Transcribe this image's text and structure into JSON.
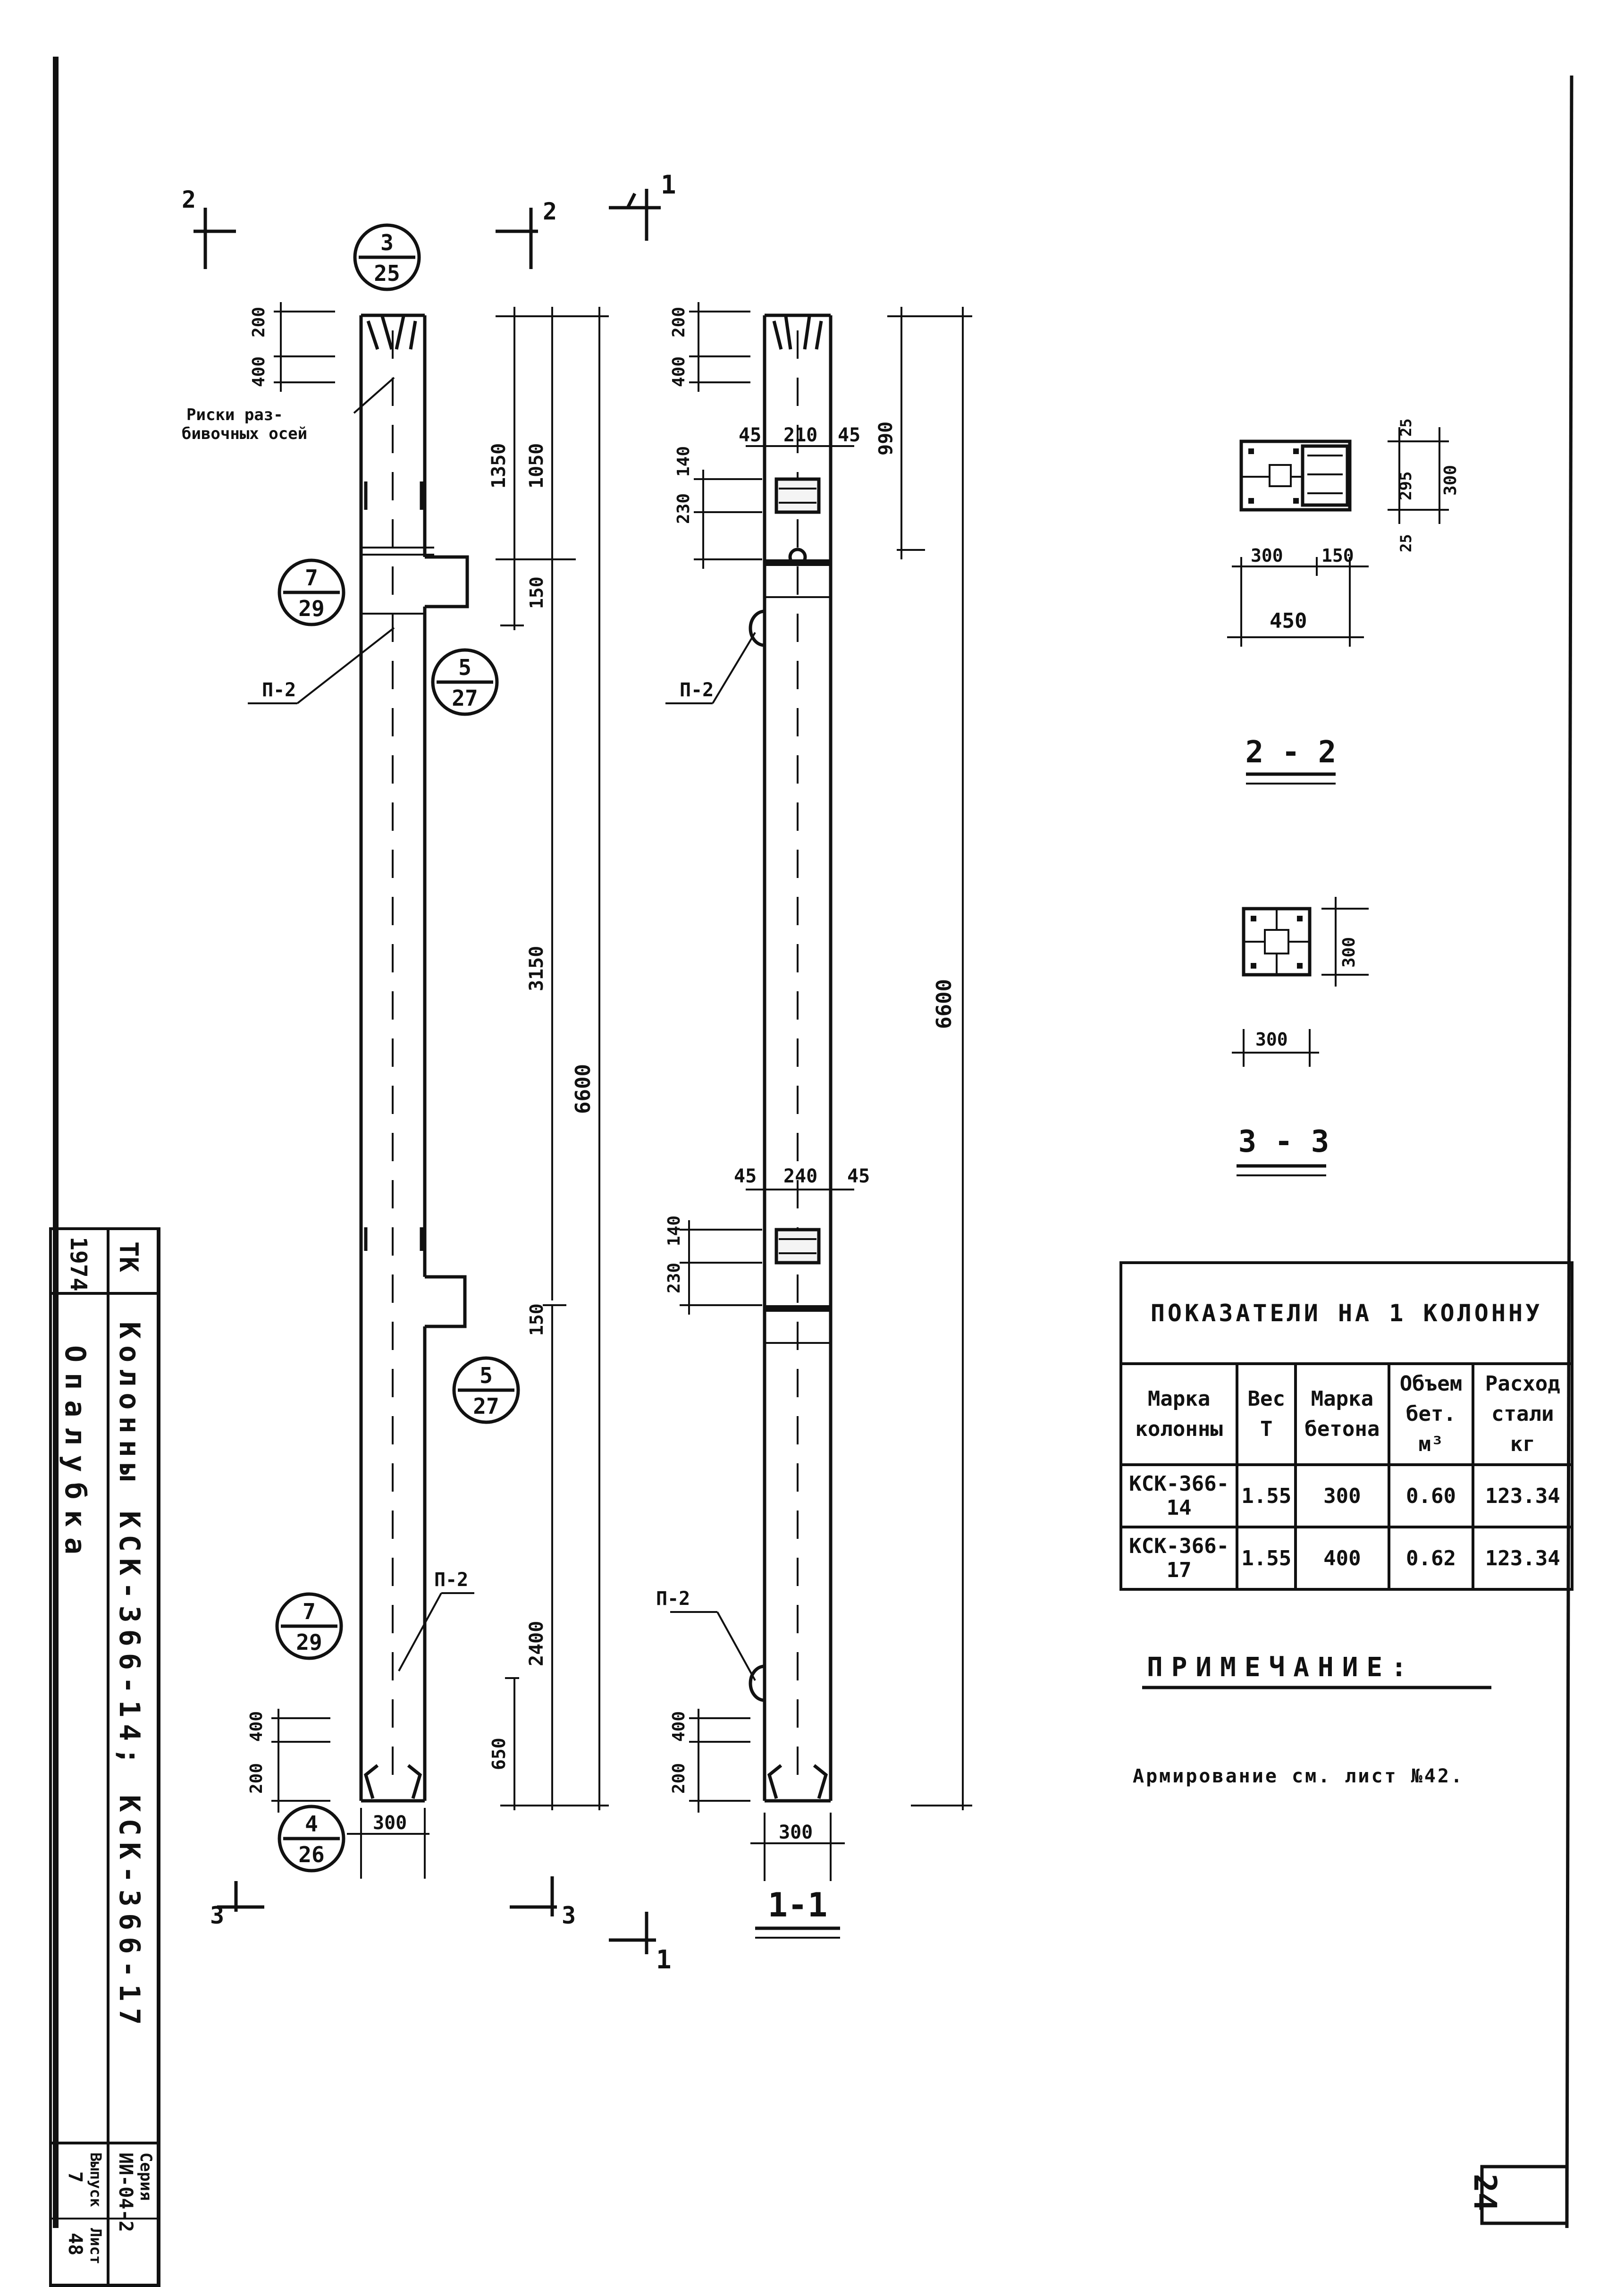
{
  "title_block": {
    "organization": "ТК",
    "year": "1974",
    "subject": "Колонны КСК-366-14; КСК-366-17",
    "sheet_type": "Опалубка",
    "series_label": "Серия",
    "series_value": "ИИ-04-2",
    "issue_label": "Выпуск",
    "issue_value": "7",
    "sheet_label": "Лист",
    "sheet_value": "48"
  },
  "elevation": {
    "callouts": [
      {
        "num": "3",
        "sheet": "25"
      },
      {
        "num": "7",
        "sheet": "29"
      },
      {
        "num": "5",
        "sheet": "27"
      },
      {
        "num": "5",
        "sheet": "27"
      },
      {
        "num": "7",
        "sheet": "29"
      },
      {
        "num": "4",
        "sheet": "26"
      }
    ],
    "label_marks": "Риски раз-\nбивочных осей",
    "label_p2": "П-2",
    "dims": {
      "d400": "400",
      "d200": "200",
      "d1350": "1350",
      "d1050": "1050",
      "d150": "150",
      "d3150": "3150",
      "d6600": "6600",
      "d2400": "2400",
      "d650": "650",
      "d300": "300"
    },
    "section_marks": {
      "two": "2",
      "one": "1",
      "three": "3"
    }
  },
  "section_1_1": {
    "title": "1-1",
    "dims": {
      "d400": "400",
      "d200": "200",
      "d45": "45",
      "d210": "210",
      "d240": "240",
      "d230": "230",
      "d140": "140",
      "d990": "990",
      "d6600": "6600",
      "d300": "300"
    },
    "label_p2": "П-2"
  },
  "section_2_2": {
    "title": "2 - 2",
    "dims": {
      "d300": "300",
      "d150": "150",
      "d450": "450",
      "d25": "25",
      "d295": "295",
      "d300v": "300"
    }
  },
  "section_3_3": {
    "title": "3 - 3",
    "dims": {
      "d300": "300",
      "d300v": "300"
    }
  },
  "indicators_table": {
    "heading": "ПОКАЗАТЕЛИ НА 1 КОЛОННУ",
    "columns": [
      "Марка колонны",
      "Вес Т",
      "Марка бетона",
      "Объем бет. м³",
      "Расход стали кг"
    ],
    "rows": [
      [
        "КСК-366-14",
        "1.55",
        "300",
        "0.60",
        "123.34"
      ],
      [
        "КСК-366-17",
        "1.55",
        "400",
        "0.62",
        "123.34"
      ]
    ]
  },
  "note": {
    "title": "ПРИМЕЧАНИЕ:",
    "text": "Армирование см. лист №42."
  },
  "page_number": "24"
}
